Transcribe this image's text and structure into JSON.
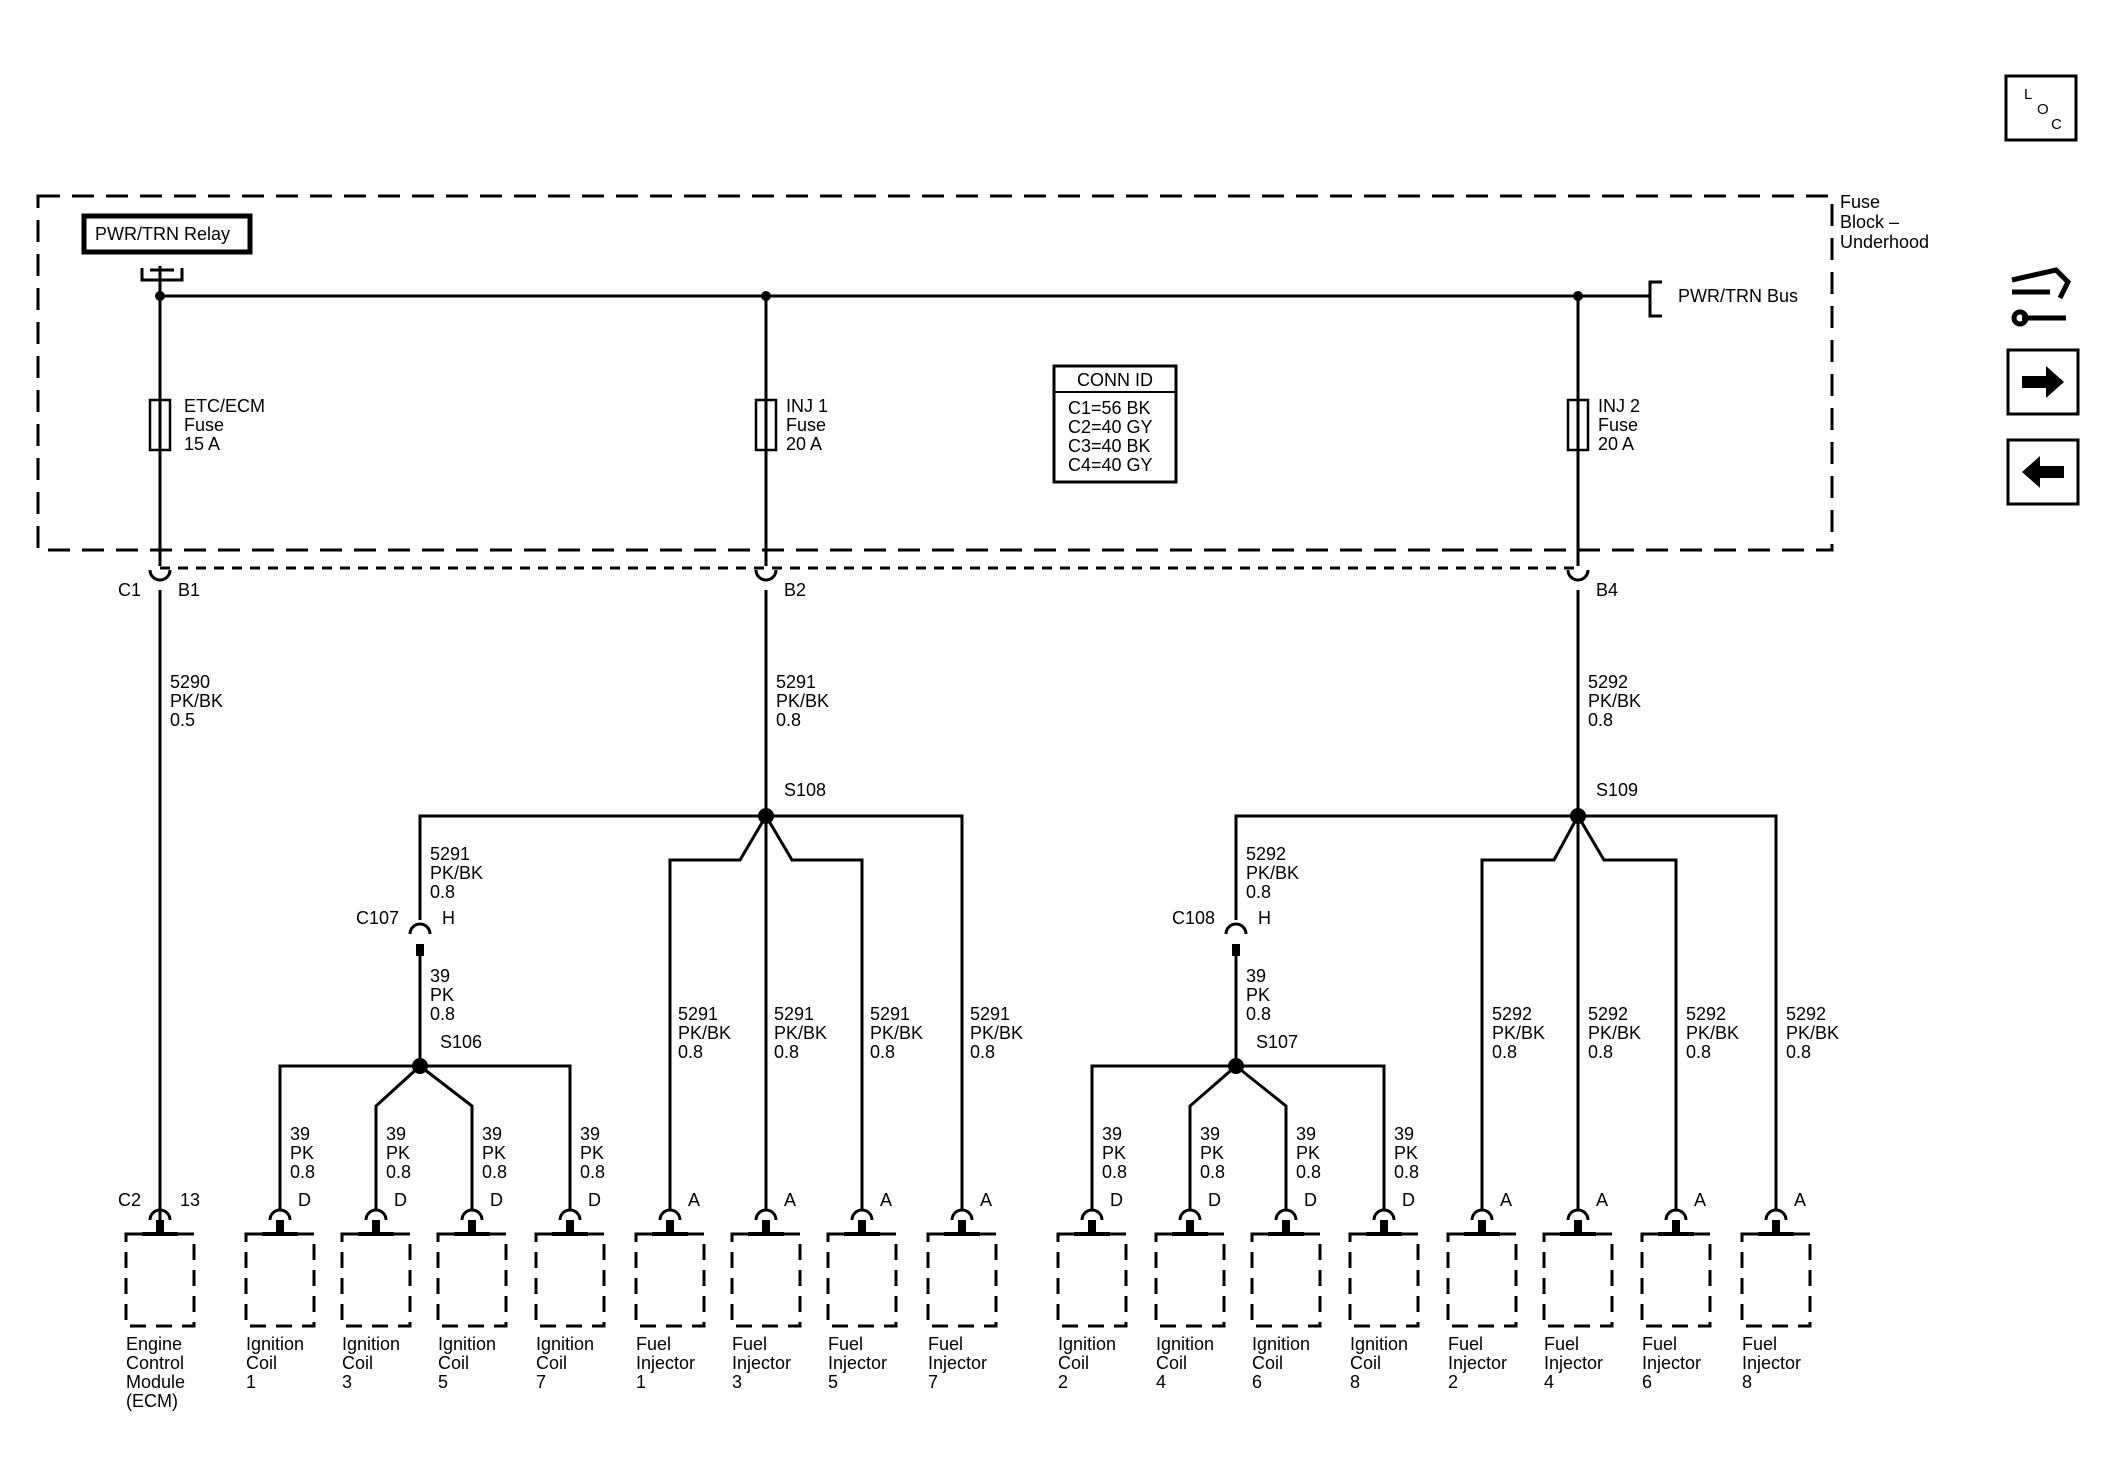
{
  "fuse_block": {
    "title_lines": [
      "Fuse",
      "Block –",
      "Underhood"
    ],
    "relay_label": "PWR/TRN Relay",
    "bus_label": "PWR/TRN Bus",
    "conn_id": {
      "header": "CONN ID",
      "lines": [
        "C1=56 BK",
        "C2=40 GY",
        "C3=40 BK",
        "C4=40 GY"
      ]
    },
    "fuses": [
      {
        "lines": [
          "ETC/ECM",
          "Fuse",
          "15 A"
        ]
      },
      {
        "lines": [
          "INJ 1",
          "Fuse",
          "20 A"
        ]
      },
      {
        "lines": [
          "INJ 2",
          "Fuse",
          "20 A"
        ]
      }
    ]
  },
  "connector_labels": {
    "c1": "C1",
    "b1": "B1",
    "b2": "B2",
    "b4": "B4",
    "c2": "C2",
    "pin13": "13",
    "c107": "C107",
    "c108": "C108",
    "h": "H",
    "d": "D",
    "a": "A"
  },
  "splices": {
    "s106": "S106",
    "s107": "S107",
    "s108": "S108",
    "s109": "S109"
  },
  "wires": {
    "w5290": [
      "5290",
      "PK/BK",
      "0.5"
    ],
    "w5291": [
      "5291",
      "PK/BK",
      "0.8"
    ],
    "w5292": [
      "5292",
      "PK/BK",
      "0.8"
    ],
    "w39": [
      "39",
      "PK",
      "0.8"
    ]
  },
  "components": {
    "ecm": [
      "Engine",
      "Control",
      "Module",
      "(ECM)"
    ],
    "coil1": [
      "Ignition",
      "Coil",
      "1"
    ],
    "coil3": [
      "Ignition",
      "Coil",
      "3"
    ],
    "coil5": [
      "Ignition",
      "Coil",
      "5"
    ],
    "coil7": [
      "Ignition",
      "Coil",
      "7"
    ],
    "inj1": [
      "Fuel",
      "Injector",
      "1"
    ],
    "inj3": [
      "Fuel",
      "Injector",
      "3"
    ],
    "inj5": [
      "Fuel",
      "Injector",
      "5"
    ],
    "inj7": [
      "Fuel",
      "Injector",
      "7"
    ],
    "coil2": [
      "Ignition",
      "Coil",
      "2"
    ],
    "coil4": [
      "Ignition",
      "Coil",
      "4"
    ],
    "coil6": [
      "Ignition",
      "Coil",
      "6"
    ],
    "coil8": [
      "Ignition",
      "Coil",
      "8"
    ],
    "inj2": [
      "Fuel",
      "Injector",
      "2"
    ],
    "inj4": [
      "Fuel",
      "Injector",
      "4"
    ],
    "inj6": [
      "Fuel",
      "Injector",
      "6"
    ],
    "inj8": [
      "Fuel",
      "Injector",
      "8"
    ]
  },
  "nav": {
    "loc": {
      "l": "L",
      "o": "O",
      "c": "C",
      "icon": "location-icon"
    },
    "connector_icon": "connector-wrench-icon",
    "forward_icon": "arrow-right-icon",
    "back_icon": "arrow-left-icon"
  }
}
